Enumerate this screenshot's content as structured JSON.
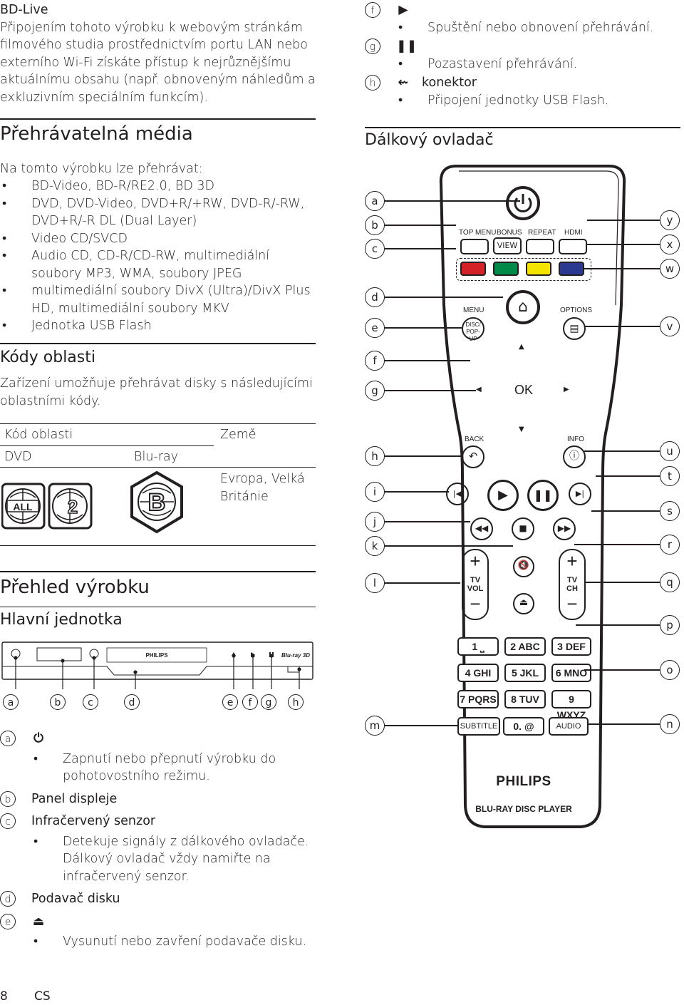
{
  "bdlive": {
    "title": "BD-Live",
    "text": "Připojením tohoto výrobku k webovým stránkám filmového studia prostřednictvím portu LAN nebo externího Wi-Fi získáte přístup k nejrůznějšímu aktuálnímu obsahu (např. obnoveným náhledům a exkluzivním speciálním funkcím)."
  },
  "media": {
    "title": "Přehrávatelná média",
    "intro": "Na tomto výrobku lze přehrávat:",
    "items": [
      "BD-Video, BD-R/RE2.0, BD 3D",
      "DVD, DVD-Video, DVD+R/+RW, DVD-R/-RW, DVD+R/-R DL (Dual Layer)",
      "Video CD/SVCD",
      "Audio CD, CD-R/CD-RW, multimediální soubory MP3, WMA, soubory JPEG",
      "multimediální soubory DivX (Ultra)/DivX Plus HD, multimediální soubory MKV",
      "Jednotka USB Flash"
    ]
  },
  "region": {
    "title": "Kódy oblasti",
    "text": "Zařízení umožňuje přehrávat disky s následujícími oblastními kódy.",
    "table": {
      "col_code": "Kód oblasti",
      "col_country": "Země",
      "sub_dvd": "DVD",
      "sub_bluray": "Blu-ray",
      "country": "Evropa, Velká Británie",
      "logo_all": "ALL",
      "logo_2": "2",
      "logo_b": "B"
    }
  },
  "overview": {
    "title": "Přehled výrobku",
    "main_unit": "Hlavní jednotka",
    "player_brand": "PHILIPS",
    "unit_markers": [
      "a",
      "b",
      "c",
      "d",
      "e",
      "f",
      "g",
      "h"
    ],
    "unit_items": [
      {
        "n": "a",
        "label": "",
        "icon": "power-icon",
        "bullets": [
          "Zapnutí nebo přepnutí výrobku do pohotovostního režimu."
        ]
      },
      {
        "n": "b",
        "label": "Panel displeje",
        "bullets": []
      },
      {
        "n": "c",
        "label": "Infračervený senzor",
        "bullets": [
          "Detekuje signály z dálkového ovladače. Dálkový ovladač vždy namiřte na infračervený senzor."
        ]
      },
      {
        "n": "d",
        "label": "Podavač disku",
        "bullets": []
      },
      {
        "n": "e",
        "label": "",
        "icon": "eject-icon",
        "bullets": [
          "Vysunutí nebo zavření podavače disku."
        ]
      }
    ]
  },
  "right_items": [
    {
      "n": "f",
      "icon": "play-icon",
      "label": "",
      "bullet": "Spuštění nebo obnovení přehrávání."
    },
    {
      "n": "g",
      "icon": "pause-icon",
      "label": "",
      "bullet": "Pozastavení přehrávání."
    },
    {
      "n": "h",
      "icon": "usb-icon",
      "label": "konektor",
      "bullet": "Připojení jednotky USB Flash."
    }
  ],
  "remote": {
    "title": "Dálkový ovladač",
    "left_callouts": [
      "a",
      "b",
      "c",
      "d",
      "e",
      "f",
      "g",
      "h",
      "i",
      "j",
      "k",
      "l",
      "m"
    ],
    "right_callouts": [
      "y",
      "x",
      "w",
      "v",
      "u",
      "t",
      "s",
      "r",
      "q",
      "p",
      "o",
      "n"
    ],
    "labels": {
      "top_menu": "TOP MENU",
      "bonus": "BONUS",
      "view": "VIEW",
      "repeat": "REPEAT",
      "hdmi": "HDMI",
      "menu": "MENU",
      "disc": "DISC/ POP-UP",
      "options": "OPTIONS",
      "ok": "OK",
      "back": "BACK",
      "info": "INFO",
      "tv_vol": "TV VOL",
      "tv_ch": "TV CH",
      "subtitle": "SUBTITLE",
      "audio": "AUDIO",
      "brand": "PHILIPS",
      "model": "BLU-RAY DISC PLAYER"
    },
    "keypad": [
      "1 ⎵",
      "2 ABC",
      "3 DEF",
      "4 GHI",
      "5 JKL",
      "6 MNO",
      "7 PQRS",
      "8 TUV",
      "9 WXYZ"
    ],
    "zero": "0. @",
    "colors": {
      "red": "#d42027",
      "green": "#008a4a",
      "yellow": "#f5e300",
      "blue": "#2b3990"
    }
  },
  "footer": {
    "page": "8",
    "lang": "CS"
  }
}
